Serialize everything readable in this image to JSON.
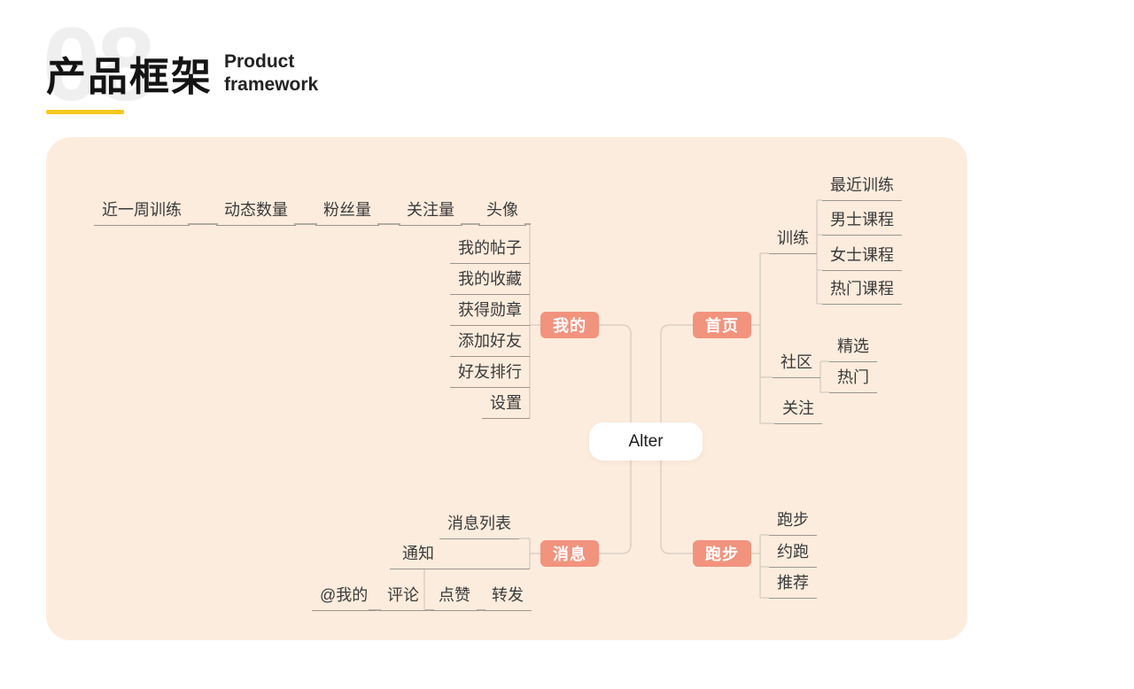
{
  "header": {
    "bg_number": "08",
    "title": "产品框架",
    "subtitle1": "Product",
    "subtitle2": "framework"
  },
  "colors": {
    "accent_yellow": "#f6c91e",
    "branch_pink": "#f2937e",
    "panel_bg": "#fcecdd",
    "underline_gray": "#9a958d",
    "connector_gray": "#d8d0c6"
  },
  "mindmap": {
    "center": "Alter",
    "mine": {
      "label": "我的",
      "avatar": "头像",
      "avatar_chain": [
        "关注量",
        "粉丝量",
        "动态数量",
        "近一周训练"
      ],
      "children": [
        "我的帖子",
        "我的收藏",
        "获得勋章",
        "添加好友",
        "好友排行",
        "设置"
      ]
    },
    "home": {
      "label": "首页",
      "training": {
        "label": "训练",
        "children": [
          "最近训练",
          "男士课程",
          "女士课程",
          "热门课程"
        ]
      },
      "community": {
        "label": "社区",
        "children": [
          "精选",
          "热门"
        ]
      },
      "following": "关注"
    },
    "messages": {
      "label": "消息",
      "message_list": "消息列表",
      "notifications": {
        "label": "通知",
        "children": [
          "@我的",
          "评论",
          "点赞",
          "转发"
        ]
      }
    },
    "running": {
      "label": "跑步",
      "children": [
        "跑步",
        "约跑",
        "推荐"
      ]
    }
  }
}
